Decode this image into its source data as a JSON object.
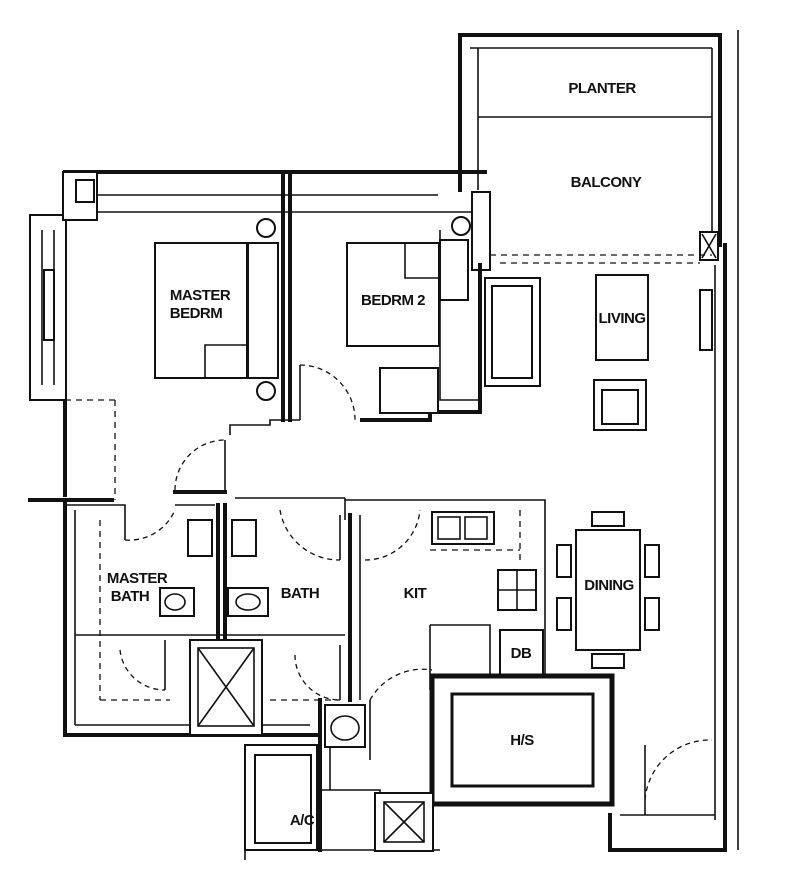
{
  "rooms": {
    "planter": "PLANTER",
    "balcony": "BALCONY",
    "master_bedroom_line1": "MASTER",
    "master_bedroom_line2": "BEDRM",
    "bedroom2": "BEDRM 2",
    "living": "LIVING",
    "master_bath_line1": "MASTER",
    "master_bath_line2": "BATH",
    "bath": "BATH",
    "kitchen": "KIT",
    "dining": "DINING",
    "db": "DB",
    "household_shelter": "H/S",
    "aircon_ledge": "A/C"
  }
}
